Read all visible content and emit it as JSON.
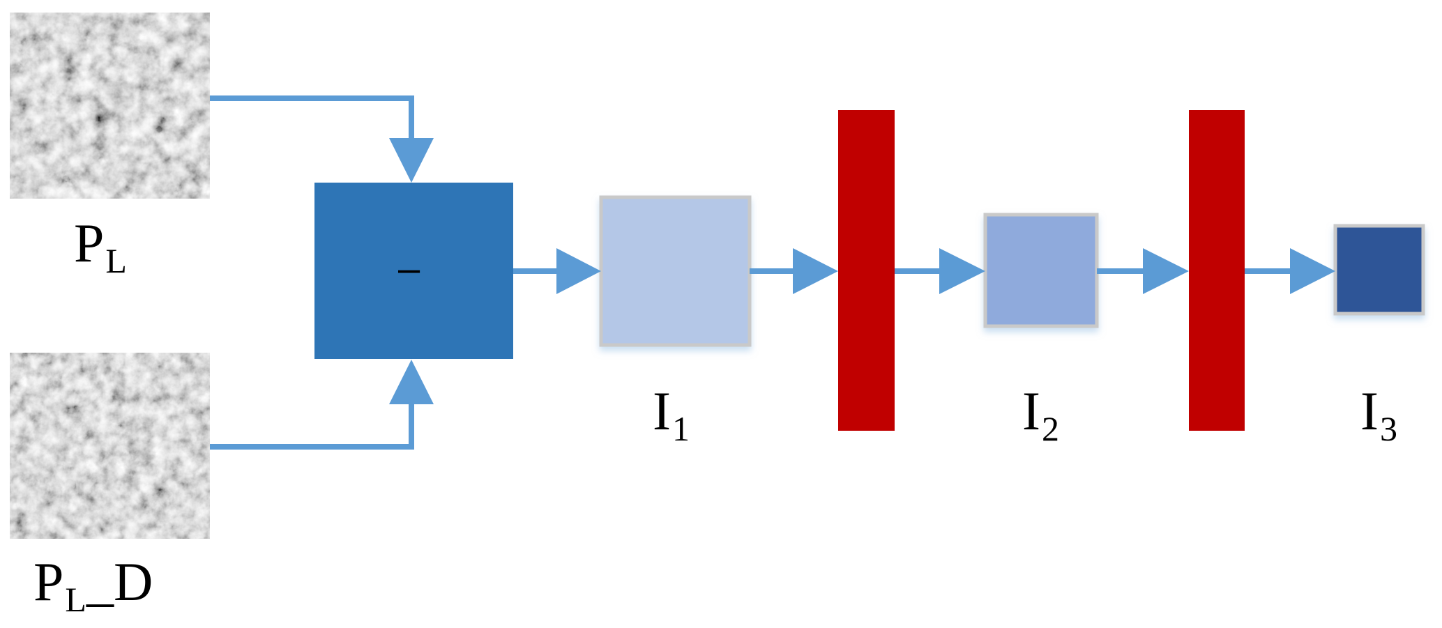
{
  "colors": {
    "arrow": "#5b9bd5",
    "subtract_box": "#2e75b6",
    "i1_box": "#b4c7e7",
    "i2_box": "#8faadc",
    "i3_box": "#2f5597",
    "box_border": "#c9c9c9",
    "red_bar": "#c00000",
    "image_base": "#6b6b6b"
  },
  "inputs": {
    "top": {
      "label_main": "P",
      "label_sub": "L",
      "label_suffix": ""
    },
    "bottom": {
      "label_main": "P",
      "label_sub": "L",
      "label_suffix": "_D"
    }
  },
  "operation": {
    "symbol": "–"
  },
  "features": [
    {
      "label_main": "I",
      "label_sub": "1"
    },
    {
      "label_main": "I",
      "label_sub": "2"
    },
    {
      "label_main": "I",
      "label_sub": "3"
    }
  ]
}
